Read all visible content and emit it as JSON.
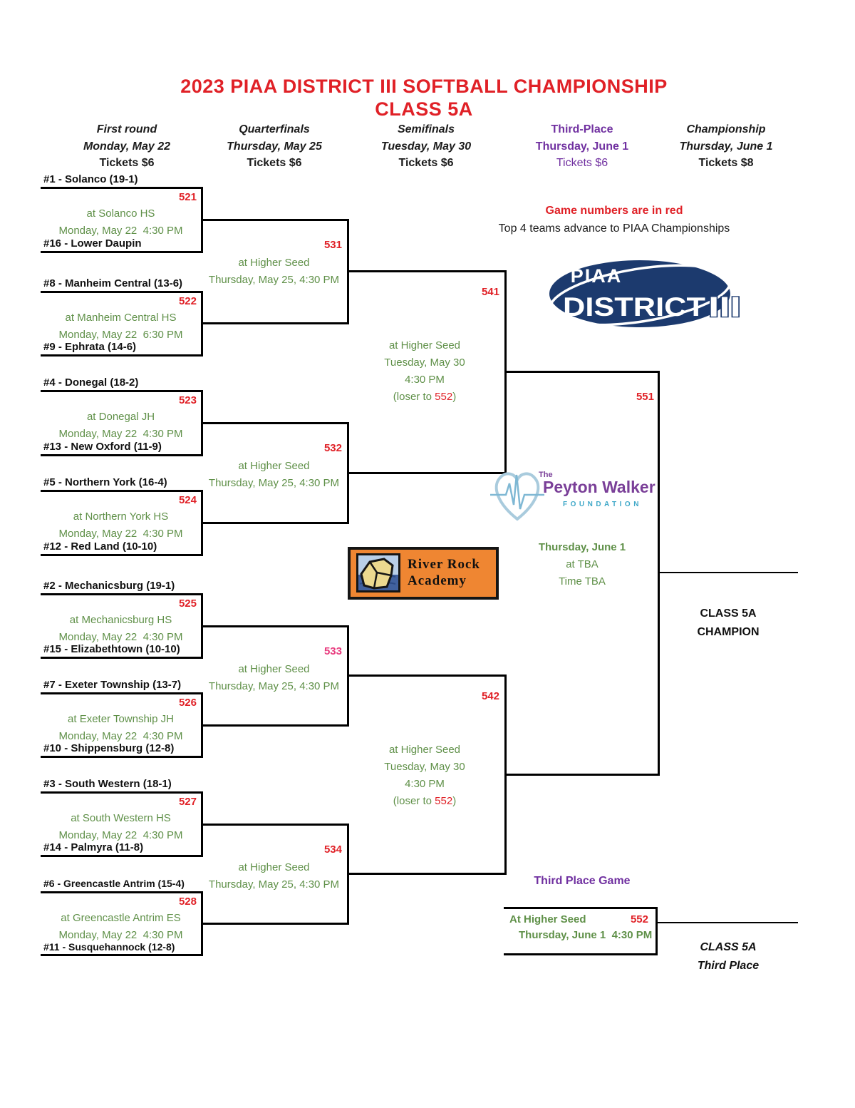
{
  "title": {
    "line1": "2023 PIAA DISTRICT III SOFTBALL CHAMPIONSHIP",
    "line2": "CLASS 5A"
  },
  "columns": [
    {
      "name": "First round",
      "date": "Monday, May 22",
      "tickets": "Tickets $6"
    },
    {
      "name": "Quarterfinals",
      "date": "Thursday, May 25",
      "tickets": "Tickets $6"
    },
    {
      "name": "Semifinals",
      "date": "Tuesday, May 30",
      "tickets": "Tickets $6"
    },
    {
      "name": "Third-Place",
      "date": "Thursday, June 1",
      "tickets": "Tickets $6"
    },
    {
      "name": "Championship",
      "date": "Thursday, June 1",
      "tickets": "Tickets $8"
    }
  ],
  "notes": {
    "red_note": "Game numbers are in red",
    "advance_note": "Top 4 teams advance to PIAA Championships"
  },
  "first_round": [
    {
      "game": "521",
      "team1": "#1 - Solanco (19-1)",
      "team2": "#16 - Lower Daupin",
      "venue": "at Solanco HS",
      "datetime": "Monday, May 22  4:30 PM"
    },
    {
      "game": "522",
      "team1": "#8 - Manheim Central (13-6)",
      "team2": "#9 - Ephrata (14-6)",
      "venue": "at Manheim Central HS",
      "datetime": "Monday, May 22  6:30 PM"
    },
    {
      "game": "523",
      "team1": "#4 - Donegal (18-2)",
      "team2": "#13 - New Oxford (11-9)",
      "venue": "at Donegal JH",
      "datetime": "Monday, May 22  4:30 PM"
    },
    {
      "game": "524",
      "team1": "#5 - Northern York (16-4)",
      "team2": "#12 - Red Land (10-10)",
      "venue": "at Northern York HS",
      "datetime": "Monday, May 22  4:30 PM"
    },
    {
      "game": "525",
      "team1": "#2 - Mechanicsburg (19-1)",
      "team2": "#15 - Elizabethtown (10-10)",
      "venue": "at Mechanicsburg HS",
      "datetime": "Monday, May 22  4:30 PM"
    },
    {
      "game": "526",
      "team1": "#7 - Exeter Township (13-7)",
      "team2": "#10 - Shippensburg (12-8)",
      "venue": "at Exeter Township JH",
      "datetime": "Monday, May 22  4:30 PM"
    },
    {
      "game": "527",
      "team1": "#3 - South Western (18-1)",
      "team2": "#14 - Palmyra (11-8)",
      "venue": "at South Western HS",
      "datetime": "Monday, May 22  4:30 PM"
    },
    {
      "game": "528",
      "team1": "#6 - Greencastle Antrim (15-4)",
      "team2": "#11 - Susquehannock (12-8)",
      "venue": "at Greencastle Antrim ES",
      "datetime": "Monday, May 22  4:30 PM"
    }
  ],
  "quarterfinals": [
    {
      "game": "531",
      "venue": "at Higher Seed",
      "datetime": "Thursday, May 25, 4:30 PM"
    },
    {
      "game": "532",
      "venue": "at Higher Seed",
      "datetime": "Thursday, May 25, 4:30 PM"
    },
    {
      "game": "533",
      "venue": "at Higher Seed",
      "datetime": "Thursday, May 25, 4:30 PM"
    },
    {
      "game": "534",
      "venue": "at Higher Seed",
      "datetime": "Thursday, May 25, 4:30 PM"
    }
  ],
  "semifinals": [
    {
      "game": "541",
      "venue": "at Higher Seed",
      "date": "Tuesday, May 30",
      "time": "4:30 PM",
      "loser_pre": "(loser to",
      "loser_game": "552",
      "loser_post": ")"
    },
    {
      "game": "542",
      "venue": "at Higher Seed",
      "date": "Tuesday, May 30",
      "time": "4:30 PM",
      "loser_pre": "(loser to",
      "loser_game": "552",
      "loser_post": ")"
    }
  ],
  "championship": {
    "game": "551",
    "date": "Thursday, June 1",
    "venue": "at TBA",
    "time": "Time TBA",
    "winner_label1": "CLASS 5A",
    "winner_label2": "CHAMPION"
  },
  "third_place": {
    "header": "Third Place Game",
    "game": "552",
    "venue": "At Higher Seed",
    "datetime": "Thursday, June 1  4:30 PM",
    "label1": "CLASS 5A",
    "label2": "Third Place"
  },
  "logos": {
    "piaa": {
      "line1": "PIAA",
      "line2": "DISTRICT",
      "line3": "III"
    },
    "peyton": {
      "the": "The",
      "name": "Peyton Walker",
      "foundation": "FOUNDATION"
    },
    "riverrock": {
      "line1": "River Rock",
      "line2": "Academy"
    }
  },
  "colors": {
    "red": "#e02127",
    "pink": "#e83a7d",
    "green": "#5f9048",
    "purple": "#7030a0",
    "navy": "#1c3a6e",
    "orange": "#ef8632"
  }
}
